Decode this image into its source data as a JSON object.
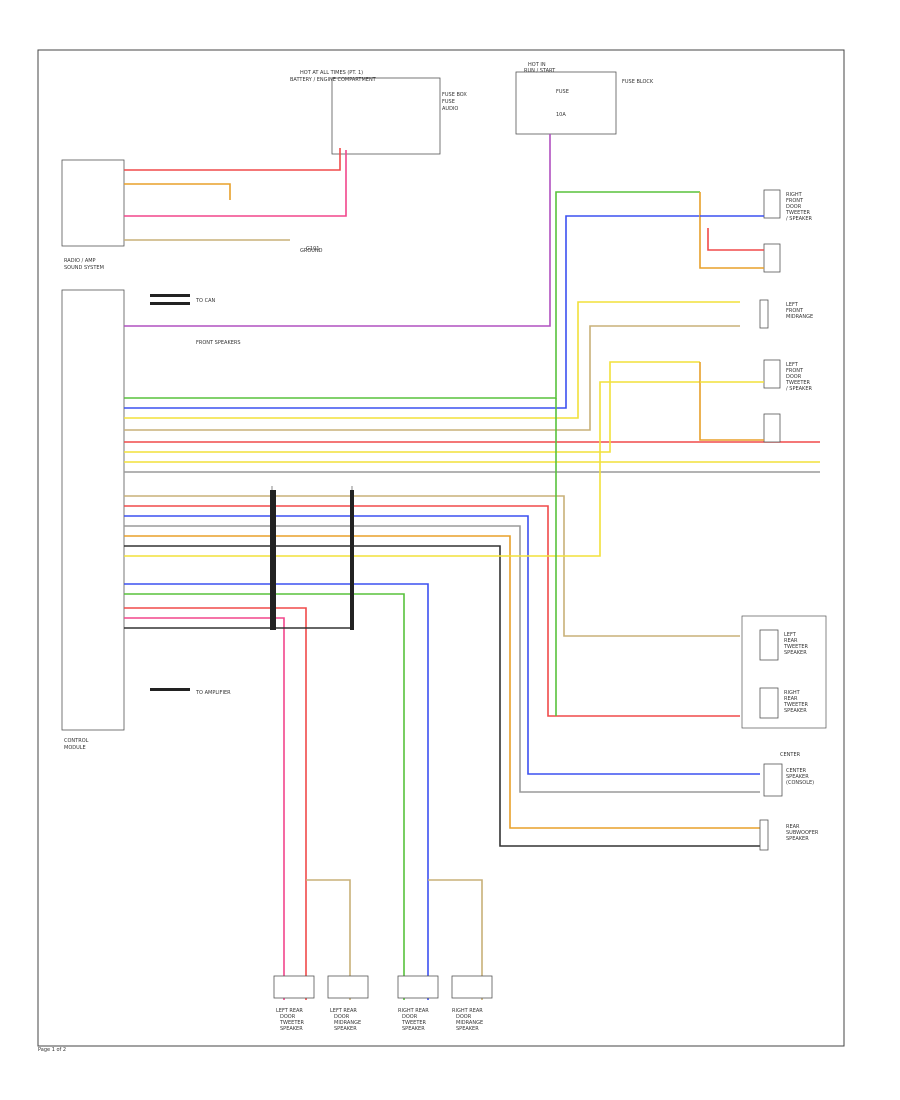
{
  "page_label": "Page 1 of 2",
  "colors": {
    "red": "#f04a4a",
    "pink": "#f2468c",
    "green": "#58c23c",
    "yellow": "#f2e03a",
    "blue": "#3c50f0",
    "orange": "#e8a02a",
    "violet": "#b050c0",
    "tan": "#c8b078",
    "gray": "#9a9a9a",
    "black": "#333333"
  },
  "components": {
    "radio": [
      "RADIO / AMP",
      "SOUND SYSTEM",
      "CONTROL",
      "MODULE"
    ],
    "power_dist": [
      "HOT AT ALL TIMES (PT. 1)",
      "BATTERY / ENGINE COMPARTMENT",
      "FUSE BOX",
      "FUSE",
      "AUDIO"
    ],
    "fuse_block": [
      "HOT IN",
      "RUN / START",
      "FUSE",
      "FUSE BLOCK",
      "10A"
    ],
    "front_door_r": [
      "RIGHT",
      "FRONT",
      "DOOR",
      "TWEETER",
      "/ SPEAKER"
    ],
    "front_door_l": [
      "LEFT",
      "FRONT",
      "DOOR",
      "TWEETER",
      "/ SPEAKER"
    ],
    "left_front": [
      "LEFT",
      "FRONT",
      "MIDRANGE"
    ],
    "rear_left": [
      "LEFT",
      "REAR",
      "TWEETER",
      "SPEAKER"
    ],
    "rear_right": [
      "RIGHT",
      "REAR",
      "TWEETER",
      "SPEAKER"
    ],
    "center": [
      "CENTER",
      "SPEAKER",
      "(CONSOLE)"
    ],
    "subwoofer": [
      "REAR",
      "SUBWOOFER",
      "SPEAKER"
    ],
    "left_sat": [
      "LEFT REAR",
      "DOOR",
      "TWEETER",
      "SPEAKER"
    ],
    "left_sat2": [
      "LEFT REAR",
      "DOOR",
      "MIDRANGE",
      "SPEAKER"
    ],
    "right_sat": [
      "RIGHT REAR",
      "DOOR",
      "TWEETER",
      "SPEAKER"
    ],
    "right_sat2": [
      "RIGHT REAR",
      "DOOR",
      "MIDRANGE",
      "SPEAKER"
    ]
  },
  "labels": {
    "to_can": "TO CAN",
    "to_amp": "TO AMPLIFIER",
    "ground": "GROUND",
    "front_speakers": "FRONT SPEAKERS",
    "center_label": "CENTER",
    "g1": "G101"
  }
}
